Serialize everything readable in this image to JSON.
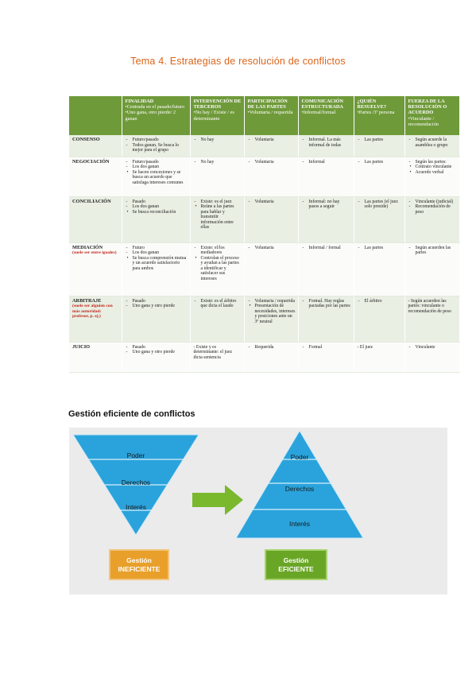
{
  "doc_title": "Tema 4. Estrategias de resolución de conflictos",
  "table": {
    "headers": [
      {
        "title": "",
        "sub": ""
      },
      {
        "title": "FINALIDAD",
        "sub": "•Centrada en el pasado/futuro •Uno gana, otro pierde/ 2 ganan"
      },
      {
        "title": "INTERVENCIÓN DE TERCEROS",
        "sub": "•No hay / Existe / es determinante"
      },
      {
        "title": "PARTICIPACIÓN DE LAS PARTES",
        "sub": "•Voluntaria / requerida"
      },
      {
        "title": "COMUNICACIÓN ESTRUCTURADA",
        "sub": "•Informal/formal"
      },
      {
        "title": "¿QUIÉN RESUELVE?",
        "sub": "•Partes /3ª persona"
      },
      {
        "title": "FUERZA DE LA RESOLUCIÓN O ACUERDO",
        "sub": "•Vinculante / recomendación"
      }
    ],
    "rows": [
      {
        "label": "CONSENSO",
        "sublabel": "",
        "cells": [
          [
            {
              "t": "Futuro/pasado",
              "b": "-"
            },
            {
              "t": "Todos ganan. Se busca lo mejor para el grupo",
              "b": "-"
            }
          ],
          [
            {
              "t": "No hay",
              "b": "-"
            }
          ],
          [
            {
              "t": "Voluntaria",
              "b": "-"
            }
          ],
          [
            {
              "t": "Informal. La más informal de todas",
              "b": "-"
            }
          ],
          [
            {
              "t": "Las partes",
              "b": "-"
            }
          ],
          [
            {
              "t": "Según acuerde la asamblea o grupo",
              "b": "-"
            }
          ]
        ]
      },
      {
        "label": "NEGOCIACIÓN",
        "sublabel": "",
        "cells": [
          [
            {
              "t": "Futuro/pasado",
              "b": "-"
            },
            {
              "t": "Los dos ganan",
              "b": "-"
            },
            {
              "t": "Se hacen concesiones y se busca un acuerdo que satisfaga intereses comunes",
              "b": "•"
            }
          ],
          [
            {
              "t": "No hay",
              "b": "-"
            }
          ],
          [
            {
              "t": "Voluntaria",
              "b": "-"
            }
          ],
          [
            {
              "t": "Informal",
              "b": "-"
            }
          ],
          [
            {
              "t": "Las partes",
              "b": "-"
            }
          ],
          [
            {
              "t": "Según las partes:",
              "b": "-"
            },
            {
              "t": "Contrato vinculante",
              "b": "•"
            },
            {
              "t": "Acuerdo verbal",
              "b": "•"
            }
          ]
        ]
      },
      {
        "label": "CONCILIACIÓN",
        "sublabel": "",
        "cells": [
          [
            {
              "t": "Pasado",
              "b": "-"
            },
            {
              "t": "Los dos ganan",
              "b": "-"
            },
            {
              "t": "Se busca reconciliación",
              "b": "•"
            }
          ],
          [
            {
              "t": "Existe: es el juez",
              "b": "-"
            },
            {
              "t": "Reúne a las partes para hablar y transmitir información entre ellas",
              "b": "•"
            }
          ],
          [
            {
              "t": "Voluntaria",
              "b": "-"
            }
          ],
          [
            {
              "t": "Informal: no hay pasos a seguir",
              "b": "-"
            }
          ],
          [
            {
              "t": "Las partes (el juez solo preside)",
              "b": "-"
            }
          ],
          [
            {
              "t": "Vinculante (judicial)",
              "b": "-"
            },
            {
              "t": "Recomendación de peso",
              "b": "-"
            }
          ]
        ]
      },
      {
        "label": "MEDIACIÓN",
        "sublabel": "(suele ser entre iguales)",
        "cells": [
          [
            {
              "t": "Futuro",
              "b": "-"
            },
            {
              "t": "Los dos ganan",
              "b": "-"
            },
            {
              "t": "Se busca comprensión mutua y un acuerdo satisfactorio para ambos",
              "b": "•"
            }
          ],
          [
            {
              "t": "Existe: el/los mediadores",
              "b": "-"
            },
            {
              "t": "Controlan el proceso y ayudan a las partes a identificar y satisfacer sus intereses",
              "b": "•"
            }
          ],
          [
            {
              "t": "Voluntaria",
              "b": "-"
            }
          ],
          [
            {
              "t": "Informal / formal",
              "b": "-"
            }
          ],
          [
            {
              "t": "Las partes",
              "b": "-"
            }
          ],
          [
            {
              "t": "Según acuerden las partes",
              "b": "-"
            }
          ]
        ]
      },
      {
        "label": "ARBITRAJE",
        "sublabel": "(suele ser alguien con más autoridad: profesor, p. ej.)",
        "cells": [
          [
            {
              "t": "Pasado",
              "b": "-"
            },
            {
              "t": "Uno gana y otro pierde",
              "b": "-"
            }
          ],
          [
            {
              "t": "Existe: es el árbitro que dicta el laudo",
              "b": "-"
            }
          ],
          [
            {
              "t": "Voluntaria / requerida",
              "b": "-"
            },
            {
              "t": "Presentación de necesidades, intereses y posiciones ante un 3º neutral",
              "b": "•"
            }
          ],
          [
            {
              "t": "Formal. Hay reglas pactadas por las partes",
              "b": "-"
            }
          ],
          [
            {
              "t": "El árbitro",
              "b": "-"
            }
          ],
          [
            {
              "t": "- Según acuerden las partes: vinculante o recomendación de peso",
              "b": ""
            }
          ]
        ]
      },
      {
        "label": "JUICIO",
        "sublabel": "",
        "cells": [
          [
            {
              "t": "Pasado",
              "b": "-"
            },
            {
              "t": "Uno gana y otro pierde",
              "b": "-"
            }
          ],
          [
            {
              "t": "- Existe y es determinante: el juez dicta sentencia",
              "b": ""
            }
          ],
          [
            {
              "t": "Requerida",
              "b": "-"
            }
          ],
          [
            {
              "t": "Formal",
              "b": "-"
            }
          ],
          [
            {
              "t": "- El juez",
              "b": ""
            }
          ],
          [
            {
              "t": "Vinculante",
              "b": "-"
            }
          ]
        ]
      }
    ]
  },
  "section_title": "Gestión eficiente de conflictos",
  "diagram": {
    "inverted_pyramid": [
      "Poder",
      "Derechos",
      "Interés"
    ],
    "pyramid": [
      "Poder",
      "Derechos",
      "Interés"
    ],
    "left_box": {
      "line1": "Gestión",
      "line2": "INEFICIENTE",
      "color": "#e8a02a"
    },
    "right_box": {
      "line1": "Gestión",
      "line2": "EFICIENTE",
      "color": "#6aa626"
    },
    "triangle_color": "#2aa3dc",
    "arrow_color": "#7ab82e"
  }
}
